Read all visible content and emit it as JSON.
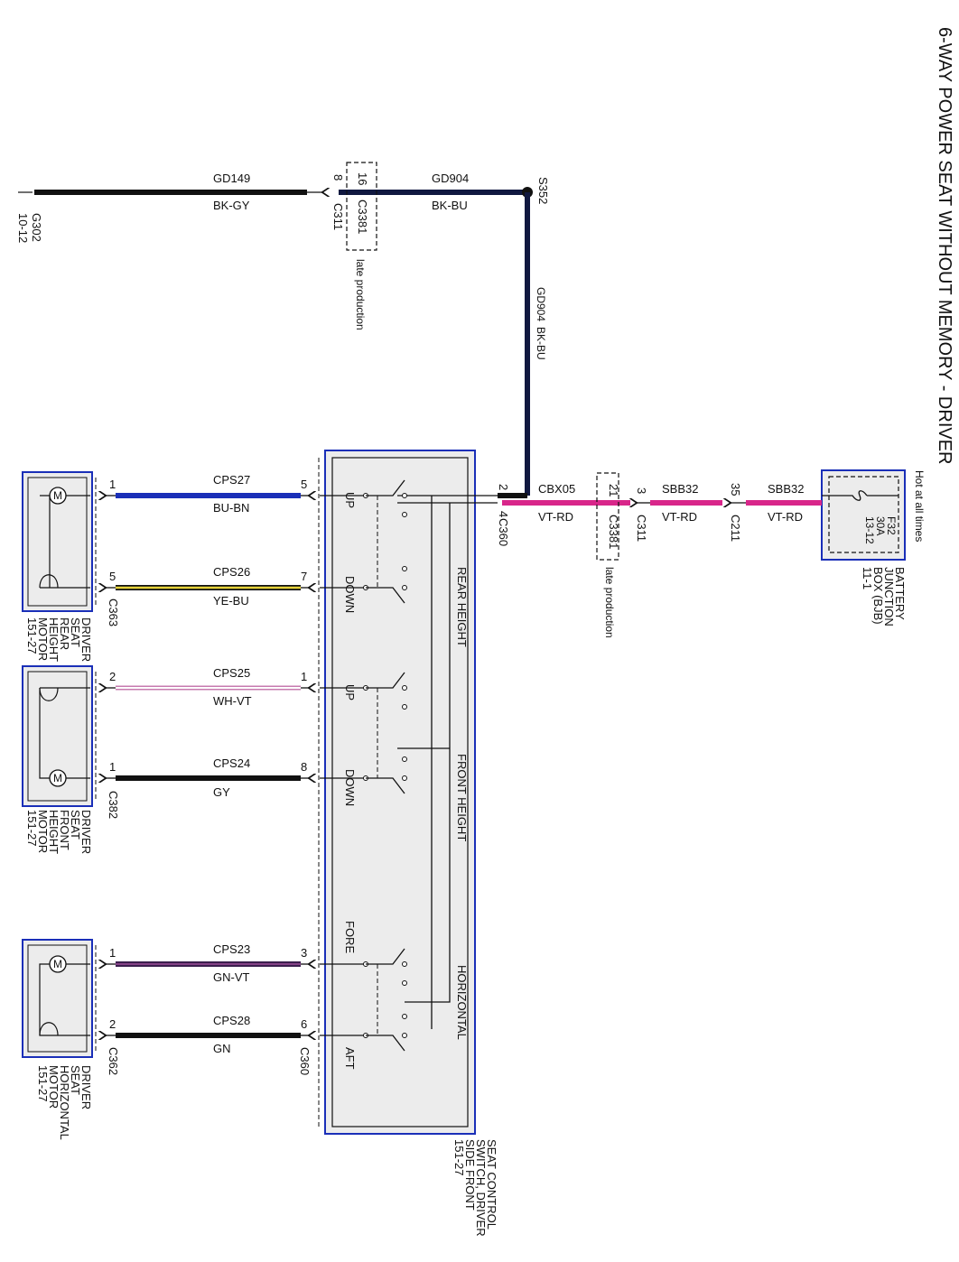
{
  "title": "6-WAY POWER SEAT WITHOUT MEMORY - DRIVER",
  "ground": {
    "g302_name": "G302",
    "g302_ref": "10-12",
    "wire1_circuit": "GD149",
    "wire1_color": "BK-GY",
    "c311_pin": "8",
    "c311_name": "C311",
    "c3381_pin": "16",
    "c3381_name": "C3381",
    "late_note": "late production",
    "wire2_circuit": "GD904",
    "wire2_color": "BK-BU",
    "splice": "S352",
    "vert_circuit": "GD904",
    "vert_color": "BK-BU"
  },
  "power": {
    "hot_note": "Hot at all times",
    "fuse": "F32",
    "fuse_rating": "30A",
    "fuse_ref": "13-12",
    "bjb_line1": "BATTERY",
    "bjb_line2": "JUNCTION",
    "bjb_line3": "BOX (BJB)",
    "bjb_line4": "11-1",
    "wire_a_circuit": "SBB32",
    "wire_a_color": "VT-RD",
    "c211_pin": "35",
    "c211_name": "C211",
    "wire_b_circuit": "SBB32",
    "wire_b_color": "VT-RD",
    "c311_pin": "3",
    "c311_name": "C311",
    "c3381_pin": "21",
    "c3381_name": "C3381",
    "late_note": "late production",
    "wire_c_circuit": "CBX05",
    "wire_c_color": "VT-RD",
    "c360_pin_power": "4",
    "c360_pin_ground": "2",
    "c360_name": "C360"
  },
  "switch": {
    "line1": "SEAT CONTROL",
    "line2": "SWITCH, DRIVER",
    "line3": "SIDE FRONT",
    "line4": "151-27",
    "section_rear": "REAR HEIGHT",
    "section_front": "FRONT HEIGHT",
    "section_horiz": "HORIZONTAL",
    "up1": "UP",
    "down1": "DOWN",
    "up2": "UP",
    "down2": "DOWN",
    "fore": "FORE",
    "aft": "AFT"
  },
  "rear_motor": {
    "line1": "DRIVER",
    "line2": "SEAT",
    "line3": "REAR",
    "line4": "HEIGHT",
    "line5": "MOTOR",
    "line6": "151-27",
    "connector": "C363",
    "w1_motor_pin": "1",
    "w1_switch_pin": "5",
    "w1_circuit": "CPS27",
    "w1_color": "BU-BN",
    "w2_motor_pin": "5",
    "w2_switch_pin": "7",
    "w2_circuit": "CPS26",
    "w2_color": "YE-BU"
  },
  "front_motor": {
    "line1": "DRIVER",
    "line2": "SEAT",
    "line3": "FRONT",
    "line4": "HEIGHT",
    "line5": "MOTOR",
    "line6": "151-27",
    "connector": "C382",
    "w1_motor_pin": "2",
    "w1_switch_pin": "1",
    "w1_circuit": "CPS25",
    "w1_color": "WH-VT",
    "w2_motor_pin": "1",
    "w2_switch_pin": "8",
    "w2_circuit": "CPS24",
    "w2_color": "GY"
  },
  "horiz_motor": {
    "line1": "DRIVER",
    "line2": "SEAT",
    "line3": "HORIZONTAL",
    "line4": "MOTOR",
    "line5": "151-27",
    "connector": "C362",
    "w1_motor_pin": "1",
    "w1_switch_pin": "3",
    "w1_circuit": "CPS23",
    "w1_color": "GN-VT",
    "w2_motor_pin": "2",
    "w2_switch_pin": "6",
    "w2_circuit": "CPS28",
    "w2_color": "GN",
    "switch_connector": "C360"
  },
  "motor_symbol": "M",
  "colors": {
    "wire_black": "#111111",
    "wire_navy": "#101840",
    "wire_violet_red": "#d8268a",
    "wire_blue": "#1a2fb8",
    "wire_yellow": "#e7d33a",
    "wire_white_violet": "#c77bb0",
    "wire_green_violet": "#3b1e4e",
    "component_outline": "#1a2fb8",
    "component_fill": "#ececec"
  }
}
